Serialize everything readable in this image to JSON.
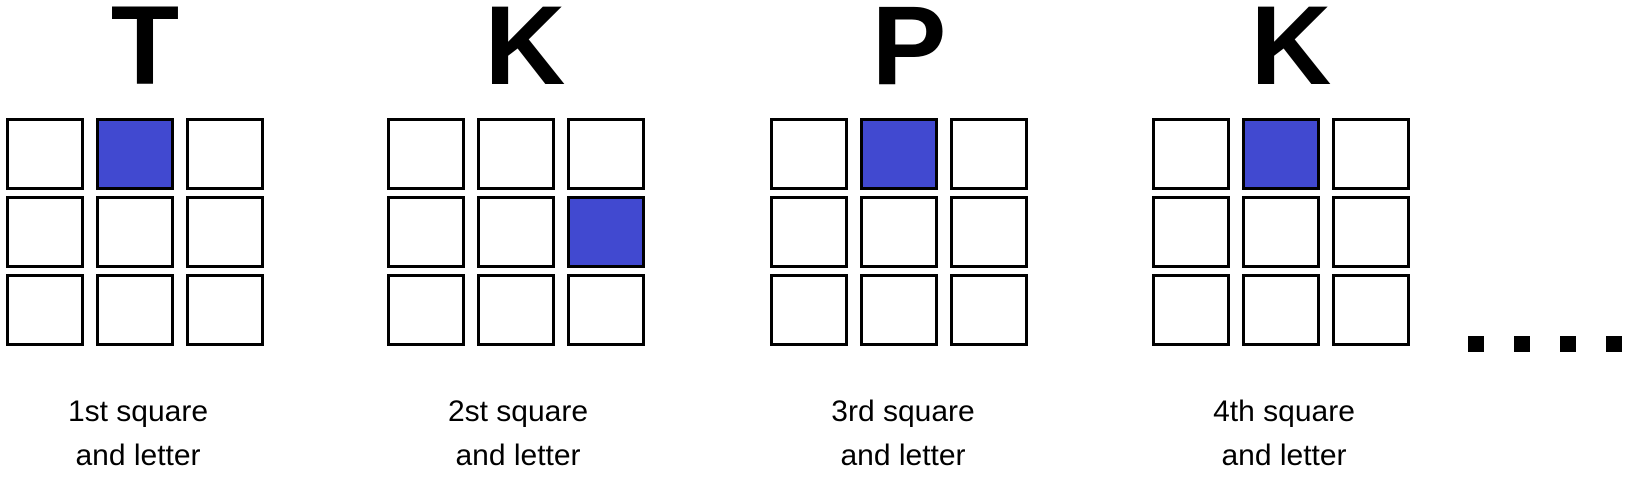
{
  "panels": [
    {
      "letter": "T",
      "active_cell": 1,
      "caption_line1": "1st square",
      "caption_line2": "and letter"
    },
    {
      "letter": "K",
      "active_cell": 5,
      "caption_line1": "2st square",
      "caption_line2": "and letter"
    },
    {
      "letter": "P",
      "active_cell": 1,
      "caption_line1": "3rd square",
      "caption_line2": "and letter"
    },
    {
      "letter": "K",
      "active_cell": 1,
      "caption_line1": "4th square",
      "caption_line2": "and letter"
    }
  ],
  "grid": {
    "rows": 3,
    "cols": 3
  },
  "colors": {
    "active": "#4149d0",
    "border": "#000000",
    "background": "#ffffff"
  },
  "continuation": "...."
}
